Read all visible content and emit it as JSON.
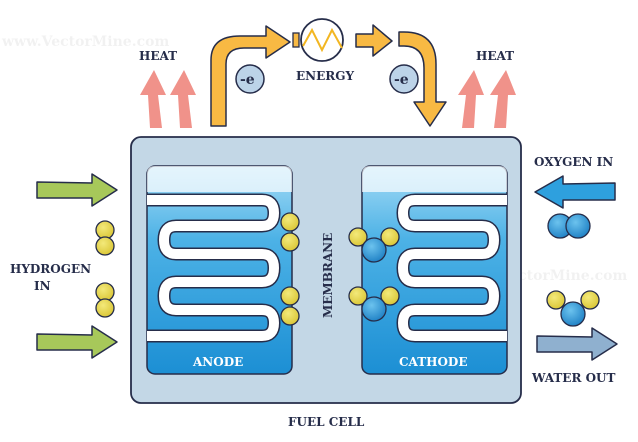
{
  "title": "FUEL CELL",
  "labels": {
    "heat_left": "HEAT",
    "heat_right": "HEAT",
    "energy": "ENERGY",
    "electron_left": "-e",
    "electron_right": "-e",
    "hydrogen_in": [
      "HYDROGEN",
      "IN"
    ],
    "oxygen_in": "OXYGEN IN",
    "water_out": "WATER OUT",
    "anode": "ANODE",
    "cathode": "CATHODE",
    "membrane": "MEMBRANE",
    "fuel_cell": "FUEL CELL"
  },
  "watermark": "www.VectorMine.com",
  "colors": {
    "outline": "#262d4a",
    "cell_body": "#c3d7e6",
    "electrode_top": "#8fd0f2",
    "electrode_bottom": "#1f95d8",
    "heat_arrow": "#f0928a",
    "electron_arrow": "#f8b943",
    "hydrogen_arrow": "#a7c85a",
    "oxygen_arrow": "#2ea0de",
    "water_arrow": "#8fb0cf",
    "hydrogen_atom": "#e8d94a",
    "oxygen_atom": "#2f8fd0",
    "electron_badge": "#bcd3e8",
    "resistor_zigzag": "#f2b622"
  }
}
